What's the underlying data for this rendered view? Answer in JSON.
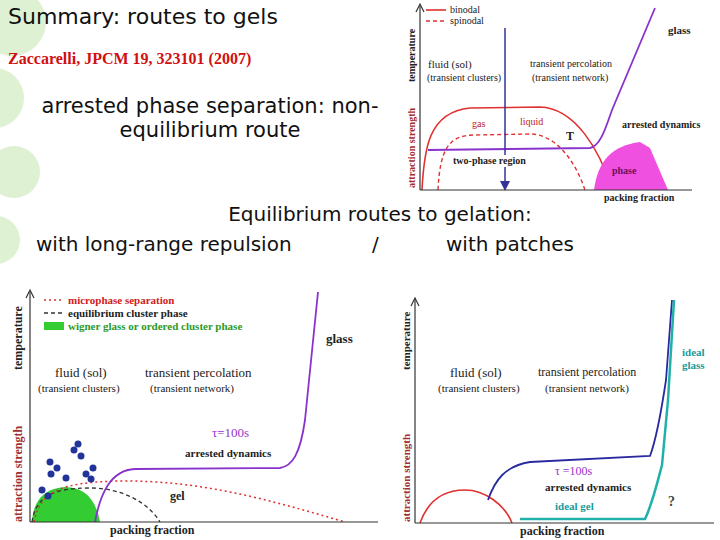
{
  "diagram": {
    "title": "Summary: routes to gels",
    "labels": [
      "Zaccarelli, JPCM 19, 323101 (2007)",
      "arrested phase separation: non-equilibrium route",
      "Equilibrium routes to gelation:",
      "with long-range repulsion",
      "/",
      "with patches",
      "temperature",
      "attraction strength",
      "glass",
      "fluid (sol)",
      "(transient clusters)",
      "transient percolation",
      "(transient network)",
      "gas",
      "liquid",
      "two-phase region",
      "T",
      "arrested dynamics",
      "phase",
      "packing fraction",
      "temperature",
      "attraction strength",
      "glass",
      "fluid (sol)",
      "(transient clusters)",
      "transient percolation",
      "(transient network)",
      "τ=100s",
      "arrested dynamics",
      "gel",
      "packing fraction",
      "temperature",
      "attraction strength",
      "fluid (sol)",
      "(transient clusters)",
      "transient percolation",
      "(transient network)",
      "ideal glass",
      "τ =100s",
      "arrested dynamics",
      "ideal gel",
      "?",
      "packing fraction"
    ],
    "legend": [
      {
        "text": "binodal"
      },
      {
        "text": "spinodal"
      },
      {
        "text": "microphase separation"
      },
      {
        "text": "equilibrium cluster phase"
      },
      {
        "text": "wigner glass or ordered cluster phase",
        "color": "#33cc33"
      }
    ]
  }
}
